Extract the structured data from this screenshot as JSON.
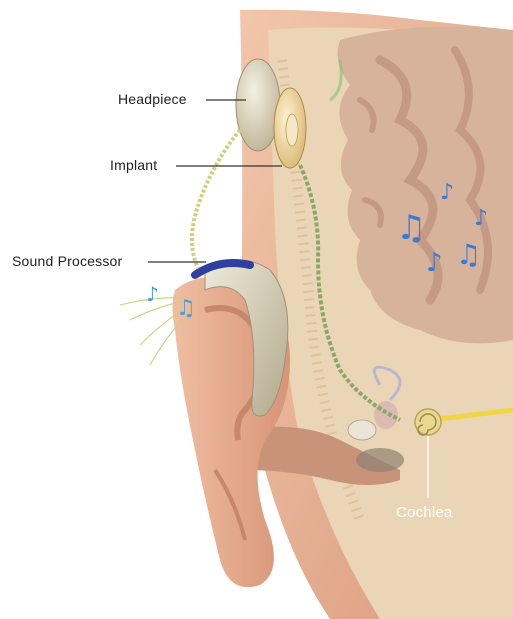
{
  "labels": {
    "headpiece": "Headpiece",
    "implant": "Implant",
    "sound_processor": "Sound Processor",
    "cochlea": "Cochlea"
  },
  "colors": {
    "skin": "#eab79a",
    "skin_dark": "#d4987a",
    "skull": "#e9d4b4",
    "brain": "#d9b6a0",
    "brain_fold": "#c69c86",
    "music_notes": "#3a7bd5",
    "device": "#d8d2b8",
    "nerve": "#f0d646"
  },
  "icons": [
    "music-note-icon"
  ]
}
